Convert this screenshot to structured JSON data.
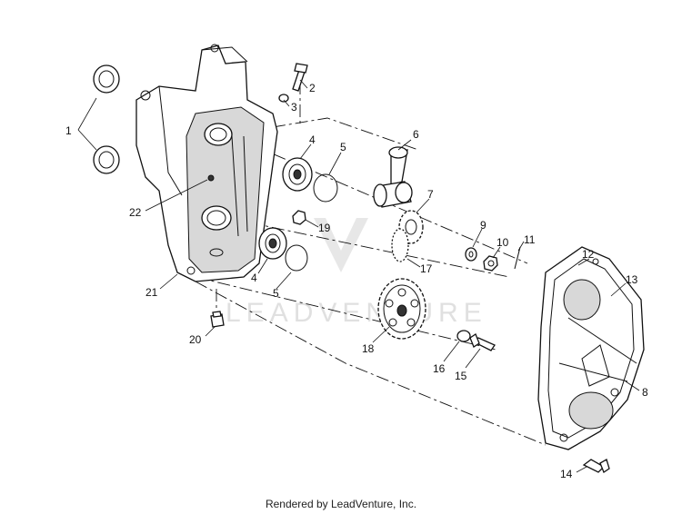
{
  "diagram": {
    "callouts": [
      {
        "id": "1",
        "text": "1"
      },
      {
        "id": "2",
        "text": "2"
      },
      {
        "id": "3",
        "text": "3"
      },
      {
        "id": "4a",
        "text": "4"
      },
      {
        "id": "4b",
        "text": "4"
      },
      {
        "id": "5a",
        "text": "5"
      },
      {
        "id": "5b",
        "text": "5"
      },
      {
        "id": "6",
        "text": "6"
      },
      {
        "id": "7",
        "text": "7"
      },
      {
        "id": "8",
        "text": "8"
      },
      {
        "id": "9",
        "text": "9"
      },
      {
        "id": "10",
        "text": "10"
      },
      {
        "id": "11",
        "text": "11"
      },
      {
        "id": "12",
        "text": "12"
      },
      {
        "id": "13",
        "text": "13"
      },
      {
        "id": "14",
        "text": "14"
      },
      {
        "id": "15",
        "text": "15"
      },
      {
        "id": "16",
        "text": "16"
      },
      {
        "id": "17",
        "text": "17"
      },
      {
        "id": "18",
        "text": "18"
      },
      {
        "id": "19",
        "text": "19"
      },
      {
        "id": "20",
        "text": "20"
      },
      {
        "id": "21",
        "text": "21"
      },
      {
        "id": "22",
        "text": "22"
      }
    ]
  },
  "watermark": {
    "text": "LEADVENTURE"
  },
  "footer": {
    "text": "Rendered by LeadVenture, Inc."
  }
}
